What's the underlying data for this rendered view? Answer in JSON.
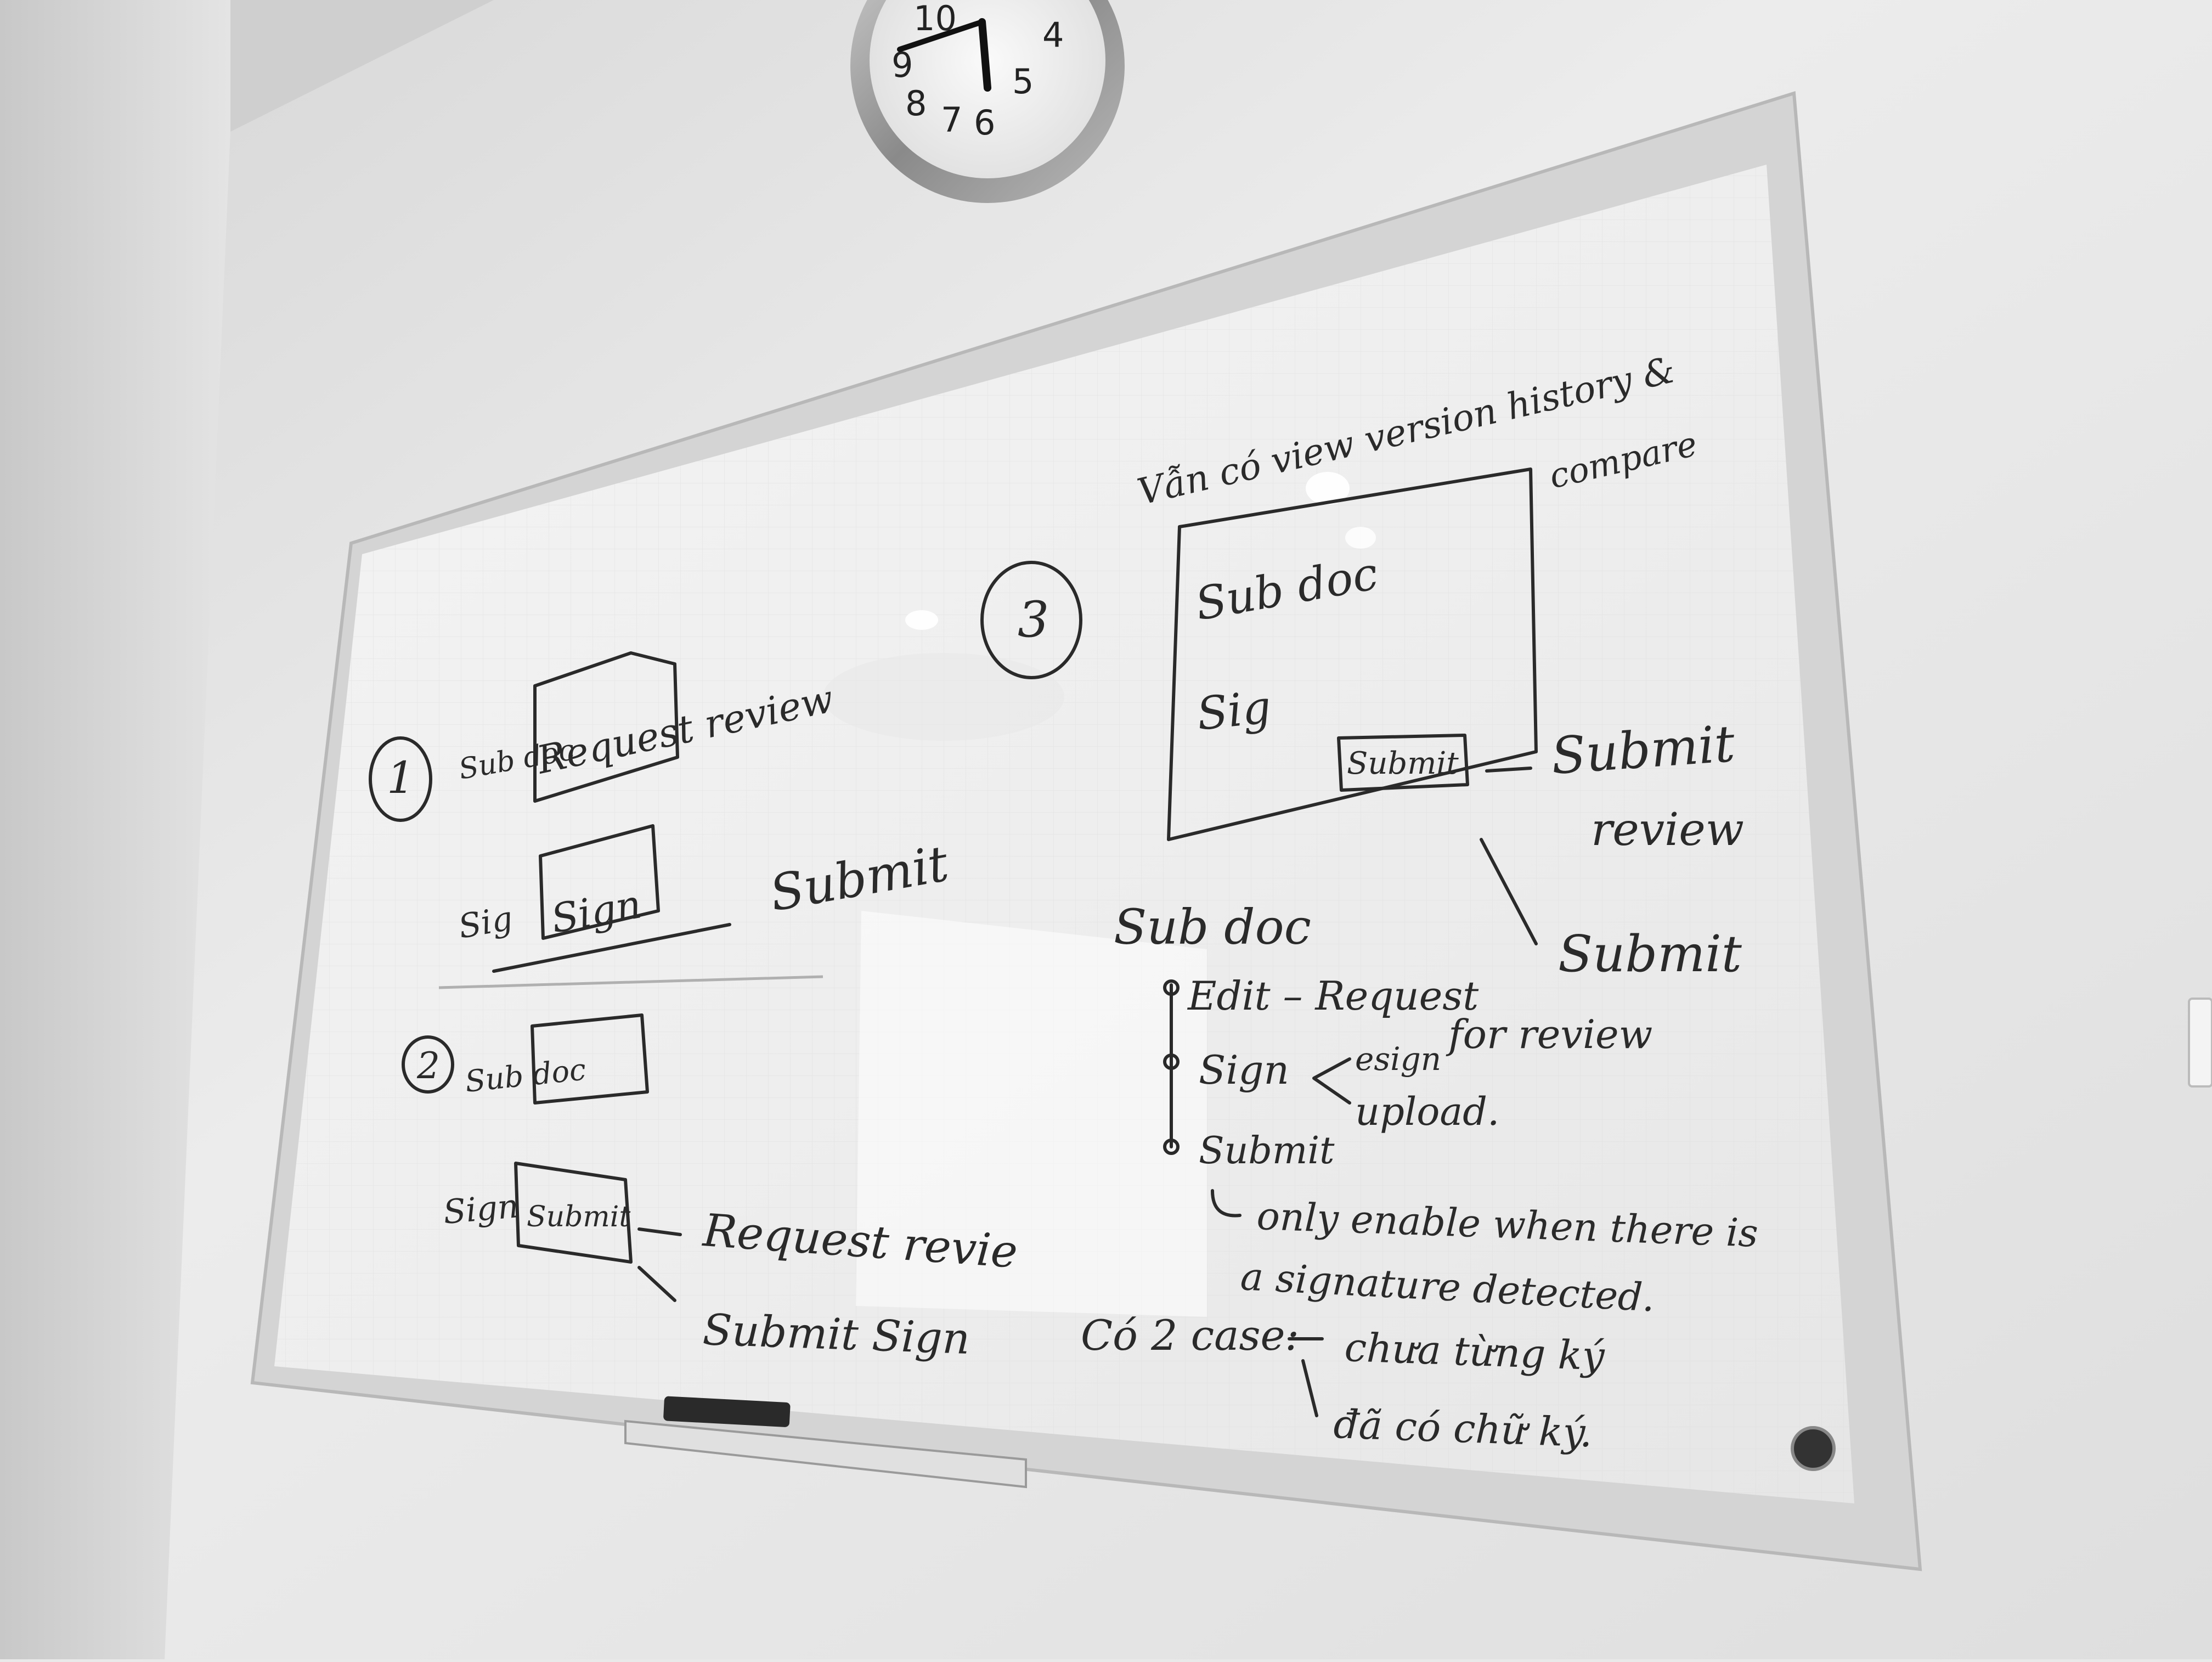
{
  "clock": {
    "numerals": [
      "10",
      "9",
      "8",
      "7",
      "6",
      "5",
      "4"
    ]
  },
  "whiteboard": {
    "section1": {
      "number": "1",
      "subdoc_label": "Sub doc",
      "request_box_text": "Request review",
      "sig_label": "Sig",
      "sign_box_text": "Sign",
      "submit_text": "Submit"
    },
    "section2": {
      "number": "2",
      "subdoc_label": "Sub doc",
      "sign_label": "Sign",
      "submit_box_text": "Submit",
      "request_review_text": "Request revie",
      "submit_sign_text": "Submit Sign"
    },
    "section3": {
      "number": "3",
      "header_line1": "Vẫn có view version history &",
      "header_line2": "compare",
      "subdoc_label": "Sub doc",
      "sig_label": "Sig",
      "submit_box_text": "Submit",
      "submit_review_line1": "Submit",
      "submit_review_line2": "review",
      "submit_arrow_text": "Submit"
    },
    "flow": {
      "title": "Sub doc",
      "step1": "Edit – Request",
      "step1_cont": "for review",
      "step2": "Sign",
      "step2_opt1": "esign",
      "step2_opt2": "upload.",
      "step3": "Submit",
      "note_line1": "only enable when there is",
      "note_line2": "a signature detected.",
      "cases_label": "Có 2 case:",
      "case1": "chưa từng ký",
      "case2": "đã có chữ ký."
    }
  },
  "colors": {
    "wall": "#e9e9e9",
    "board": "#f2f2f2",
    "frame": "#dcdcdc",
    "ink": "#2a2a2a"
  }
}
